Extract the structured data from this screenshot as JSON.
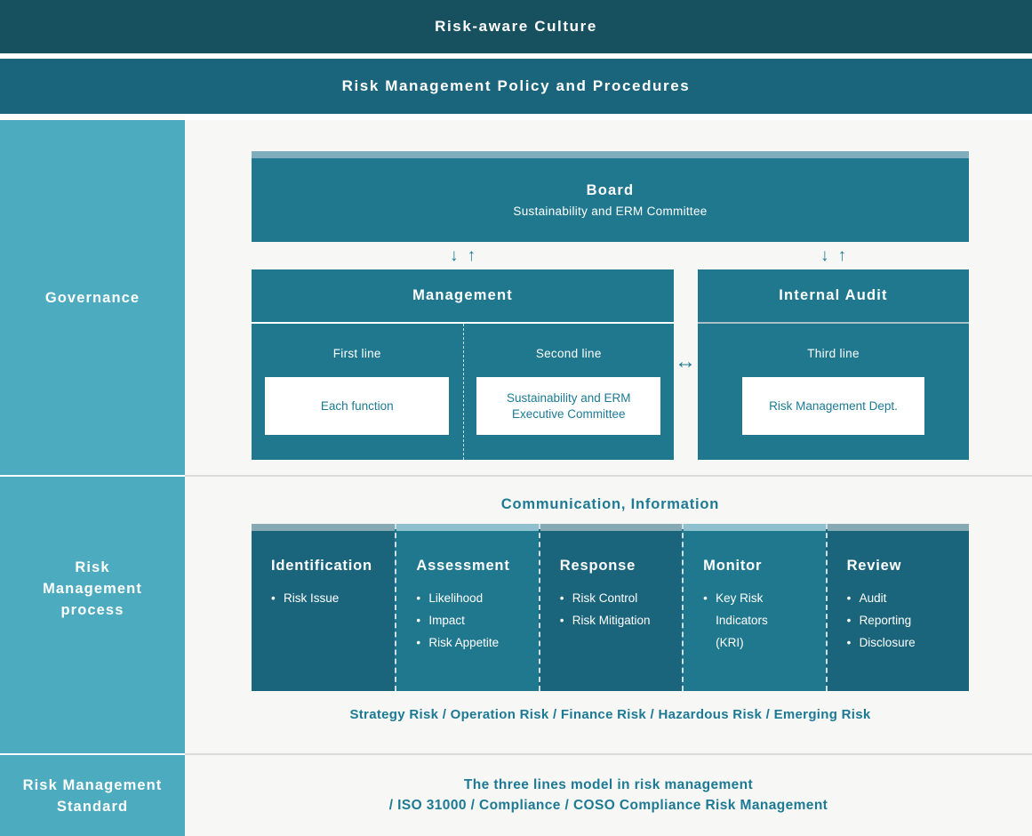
{
  "colors": {
    "bar_dark": "#17505f",
    "bar_mid": "#1a657c",
    "sidebar": "#4dabc0",
    "box_teal": "#20788f",
    "column_dark": "#1a657c",
    "strip_board": "#7fadbc",
    "strip_dark_col": "#87a9b4",
    "strip_light_col": "#8fc0cd",
    "content_bg": "#f7f7f5",
    "accent_text": "#1d7a94"
  },
  "icons": {
    "arrow_down": "↓",
    "arrow_up": "↑",
    "arrow_both": "↔",
    "bullet": "•"
  },
  "top_bars": {
    "culture": "Risk-aware Culture",
    "policy": "Risk Management Policy and Procedures"
  },
  "sidebar": {
    "governance": {
      "lines": [
        "Governance"
      ]
    },
    "process": {
      "lines": [
        "Risk",
        "Management",
        "process"
      ]
    },
    "standard": {
      "lines": [
        "Risk Management",
        "Standard"
      ]
    }
  },
  "governance": {
    "board": {
      "title": "Board",
      "subtitle": "Sustainability and ERM Committee"
    },
    "management": {
      "title": "Management",
      "first_line_label": "First line",
      "first_line_box": "Each function",
      "second_line_label": "Second line",
      "second_line_box": "Sustainability and ERM Executive Committee"
    },
    "internal_audit": {
      "title": "Internal Audit",
      "third_line_label": "Third line",
      "third_line_box": "Risk Management Dept."
    }
  },
  "process": {
    "communication": "Communication, Information",
    "columns": [
      {
        "title": "Identification",
        "items": [
          "Risk Issue"
        ]
      },
      {
        "title": "Assessment",
        "items": [
          "Likelihood",
          "Impact",
          "Risk Appetite"
        ]
      },
      {
        "title": "Response",
        "items": [
          "Risk Control",
          "Risk Mitigation"
        ]
      },
      {
        "title": "Monitor",
        "items": [
          "Key Risk Indicators (KRI)"
        ]
      },
      {
        "title": "Review",
        "items": [
          "Audit",
          "Reporting",
          "Disclosure"
        ]
      }
    ],
    "risk_types": "Strategy Risk / Operation Risk / Finance Risk / Hazardous Risk / Emerging Risk"
  },
  "standard": {
    "line1": "The three lines model in risk management",
    "line2": "/ ISO 31000 / Compliance / COSO Compliance Risk Management"
  }
}
